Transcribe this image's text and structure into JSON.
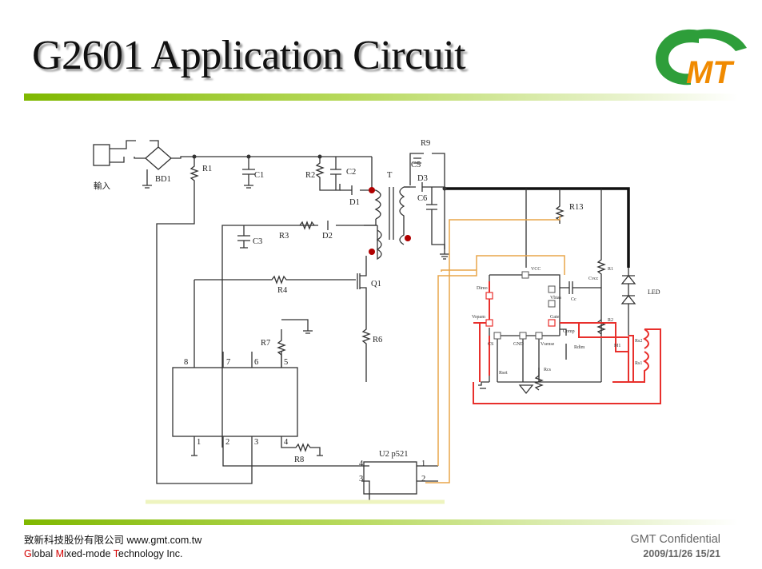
{
  "slide": {
    "title": "G2601 Application Circuit"
  },
  "logo": {
    "text": "GMT",
    "colors": {
      "green": "#2e9e3a",
      "orange": "#f08a00"
    }
  },
  "footer": {
    "company_cn": "致新科技股份有限公司",
    "url": "www.gmt.com.tw",
    "company_en_parts": [
      "G",
      "lobal ",
      "M",
      "ixed-mode ",
      "T",
      "echnology Inc."
    ],
    "confidential": "GMT Confidential",
    "date_page": "2009/11/26  15/21"
  },
  "schematic": {
    "labels": {
      "input": "輸入",
      "bd1": "BD1",
      "r1": "R1",
      "c1": "C1",
      "r2": "R2",
      "c2": "C2",
      "d1": "D1",
      "t": "T",
      "r9": "R9",
      "c5": "C5",
      "d3": "D3",
      "c6": "C6",
      "c3": "C3",
      "r3": "R3",
      "d2": "D2",
      "r4": "R4",
      "q1": "Q1",
      "r6": "R6",
      "r7": "R7",
      "r8": "R8",
      "r13": "R13",
      "u2": "U2 p521",
      "led": "LED",
      "pin8": "8",
      "pin7": "7",
      "pin6": "6",
      "pin5": "5",
      "pin1": "1",
      "pin2": "2",
      "pin3": "3",
      "pin4": "4",
      "opto4": "4",
      "opto3": "3",
      "opto1": "1",
      "opto2": "2",
      "vcc": "VCC",
      "dimo": "Dimo",
      "vopam": "Vopam",
      "gate": "Gate",
      "vbias": "Vbias",
      "cs": "CS",
      "gnd": "GND",
      "vsense": "Vsense",
      "rdim": "Rdim",
      "rcs": "Rcs",
      "rset": "Rset",
      "comp": "Comp",
      "m1": "M1",
      "rs2": "Rs2",
      "rs1": "Rs1",
      "r1b": "R1",
      "r2b": "R2",
      "cvcc": "Cvcc",
      "cc": "Cc"
    }
  }
}
